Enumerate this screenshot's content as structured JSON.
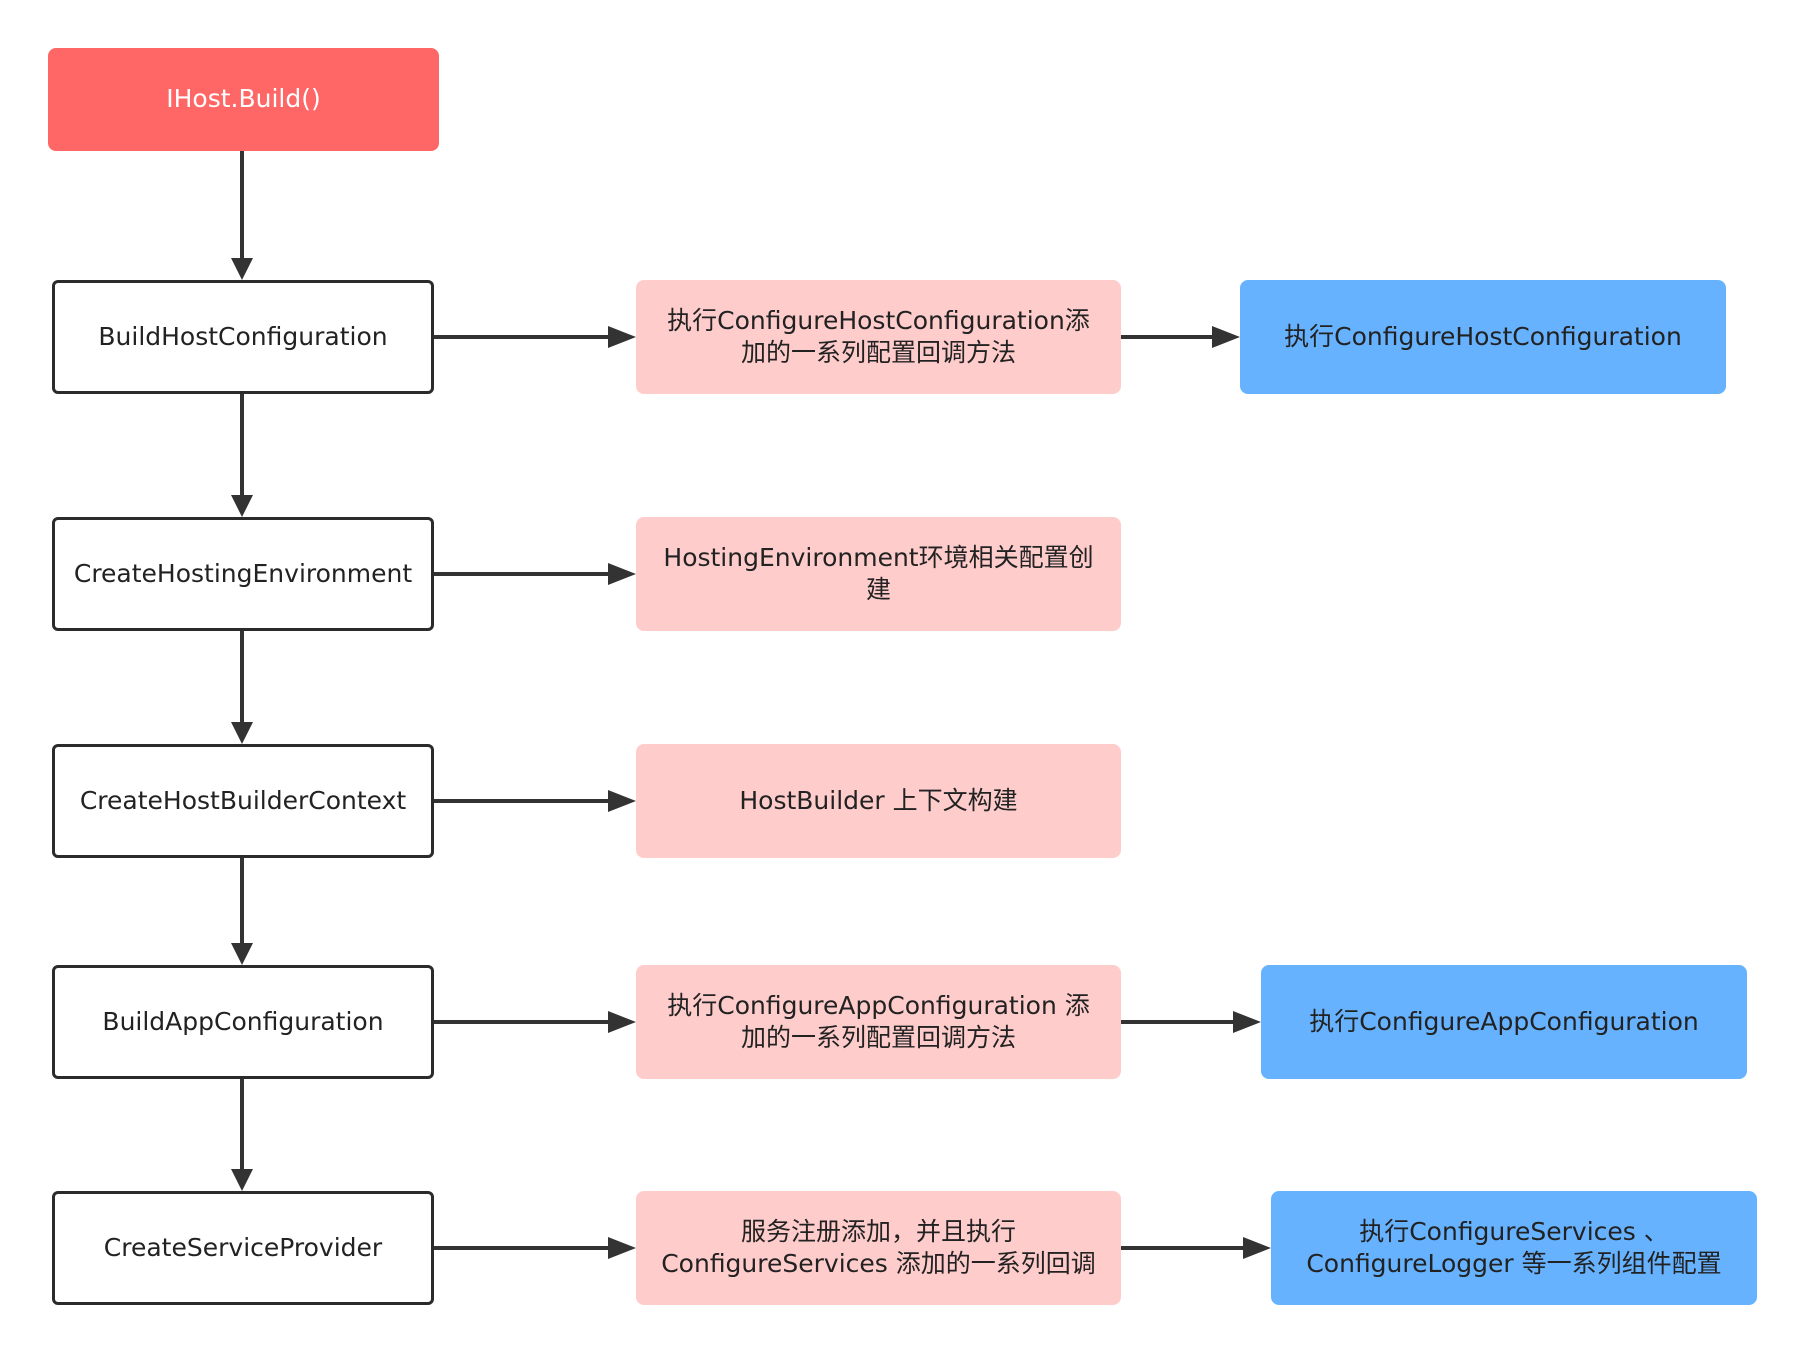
{
  "colors": {
    "start_fill": "#ff6666",
    "step_border": "#2b2b2b",
    "step_fill": "#ffffff",
    "desc_fill": "#ffcccc",
    "exec_fill": "#66b2ff",
    "edge": "#333333"
  },
  "nodes": {
    "host_build": "IHost.Build()",
    "build_host_configuration": "BuildHostConfiguration",
    "create_hosting_environment": "CreateHostingEnvironment",
    "create_host_builder_context": "CreateHostBuilderContext",
    "build_app_configuration": "BuildAppConfiguration",
    "create_service_provider": "CreateServiceProvider",
    "desc_host_configuration": "执行ConfigureHostConfiguration添\n加的一系列配置回调方法",
    "desc_hosting_environment": "HostingEnvironment环境相关配置创\n建",
    "desc_host_builder_context": "HostBuilder 上下文构建",
    "desc_app_configuration": "执行ConfigureAppConfiguration 添\n加的一系列配置回调方法",
    "desc_service_provider": "服务注册添加，并且执行\nConfigureServices 添加的一系列回调",
    "exec_host_configuration": "执行ConfigureHostConfiguration",
    "exec_app_configuration": "执行ConfigureAppConfiguration",
    "exec_services": "执行ConfigureServices 、\nConfigureLogger 等一系列组件配置"
  }
}
